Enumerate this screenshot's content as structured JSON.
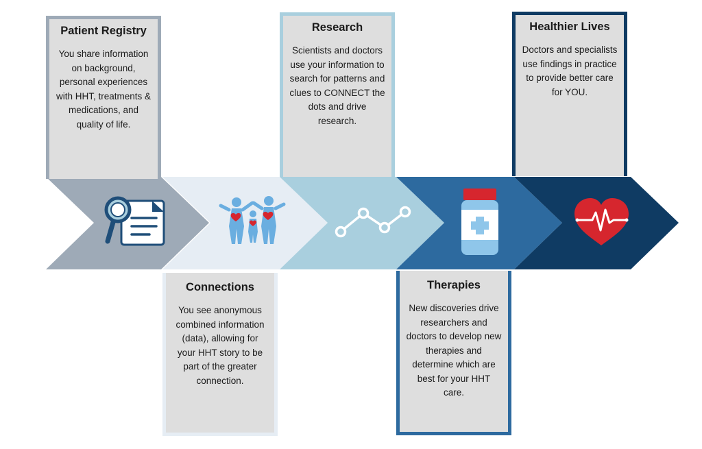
{
  "steps": [
    {
      "title": "Patient Registry",
      "text": "You share information on background, personal experiences with HHT, treatments & medications, and quality of life.",
      "icon": "document-search-icon",
      "color": "#9eaab7"
    },
    {
      "title": "Connections",
      "text": "You see anonymous combined information (data), allowing for your HHT story to be part of the greater connection.",
      "icon": "family-hearts-icon",
      "color": "#e6edf4"
    },
    {
      "title": "Research",
      "text": "Scientists and doctors use your information to search for patterns and clues to CONNECT the dots and drive research.",
      "icon": "connected-dots-icon",
      "color": "#a9cfde"
    },
    {
      "title": "Therapies",
      "text": "New discoveries drive researchers and doctors to develop new therapies and determine which are best for your HHT care.",
      "icon": "medicine-bottle-icon",
      "color": "#2d6a9f"
    },
    {
      "title": "Healthier Lives",
      "text": "Doctors and specialists use findings in practice to provide better care for YOU.",
      "icon": "heartbeat-heart-icon",
      "color": "#0f3b63"
    }
  ],
  "colors": {
    "heart_red": "#d6262e",
    "bottle_cap": "#d6262e",
    "bottle_body": "#8fc6ea",
    "icon_dark": "#1f4e79",
    "figure_blue": "#6aaee0"
  }
}
